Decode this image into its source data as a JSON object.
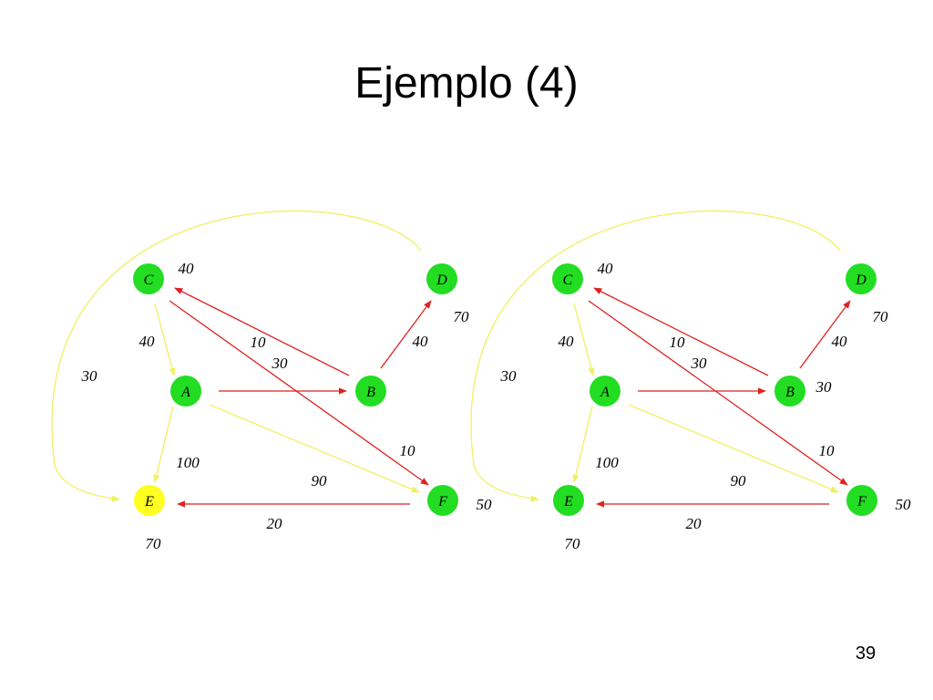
{
  "slide": {
    "title": "Ejemplo (4)",
    "page_number": "39"
  },
  "colors": {
    "node_green": "#22dd22",
    "node_yellow": "#ffff22",
    "edge_red": "#dd2222",
    "edge_yellow": "#f0f060"
  },
  "graphs": [
    {
      "nodes": [
        {
          "id": "C",
          "label": "C",
          "value": "40",
          "color": "green"
        },
        {
          "id": "D",
          "label": "D",
          "value": "70",
          "color": "green"
        },
        {
          "id": "A",
          "label": "A",
          "value": "40",
          "color": "green"
        },
        {
          "id": "B",
          "label": "B",
          "value": "",
          "color": "green"
        },
        {
          "id": "E",
          "label": "E",
          "value": "70",
          "color": "yellow"
        },
        {
          "id": "F",
          "label": "F",
          "value": "50",
          "color": "green"
        }
      ],
      "edges": [
        {
          "from": "D",
          "to": "E",
          "weight": "30",
          "color": "yellow"
        },
        {
          "from": "C",
          "to": "A",
          "weight": "",
          "color": "yellow"
        },
        {
          "from": "A",
          "to": "E",
          "weight": "100",
          "color": "yellow"
        },
        {
          "from": "A",
          "to": "F",
          "weight": "90",
          "color": "yellow"
        },
        {
          "from": "A",
          "to": "B",
          "weight": "30",
          "color": "red"
        },
        {
          "from": "B",
          "to": "C",
          "weight": "10",
          "color": "red"
        },
        {
          "from": "B",
          "to": "D",
          "weight": "40",
          "color": "red"
        },
        {
          "from": "C",
          "to": "F",
          "weight": "10",
          "color": "red"
        },
        {
          "from": "F",
          "to": "E",
          "weight": "20",
          "color": "red"
        }
      ]
    },
    {
      "nodes": [
        {
          "id": "C",
          "label": "C",
          "value": "40",
          "color": "green"
        },
        {
          "id": "D",
          "label": "D",
          "value": "70",
          "color": "green"
        },
        {
          "id": "A",
          "label": "A",
          "value": "40",
          "color": "green"
        },
        {
          "id": "B",
          "label": "B",
          "value": "30",
          "color": "green"
        },
        {
          "id": "E",
          "label": "E",
          "value": "70",
          "color": "green"
        },
        {
          "id": "F",
          "label": "F",
          "value": "50",
          "color": "green"
        }
      ],
      "edges": [
        {
          "from": "D",
          "to": "E",
          "weight": "30",
          "color": "yellow"
        },
        {
          "from": "C",
          "to": "A",
          "weight": "",
          "color": "yellow"
        },
        {
          "from": "A",
          "to": "E",
          "weight": "100",
          "color": "yellow"
        },
        {
          "from": "A",
          "to": "F",
          "weight": "90",
          "color": "yellow"
        },
        {
          "from": "A",
          "to": "B",
          "weight": "30",
          "color": "red"
        },
        {
          "from": "B",
          "to": "C",
          "weight": "10",
          "color": "red"
        },
        {
          "from": "B",
          "to": "D",
          "weight": "40",
          "color": "red"
        },
        {
          "from": "C",
          "to": "F",
          "weight": "10",
          "color": "red"
        },
        {
          "from": "F",
          "to": "E",
          "weight": "20",
          "color": "red"
        }
      ]
    }
  ]
}
